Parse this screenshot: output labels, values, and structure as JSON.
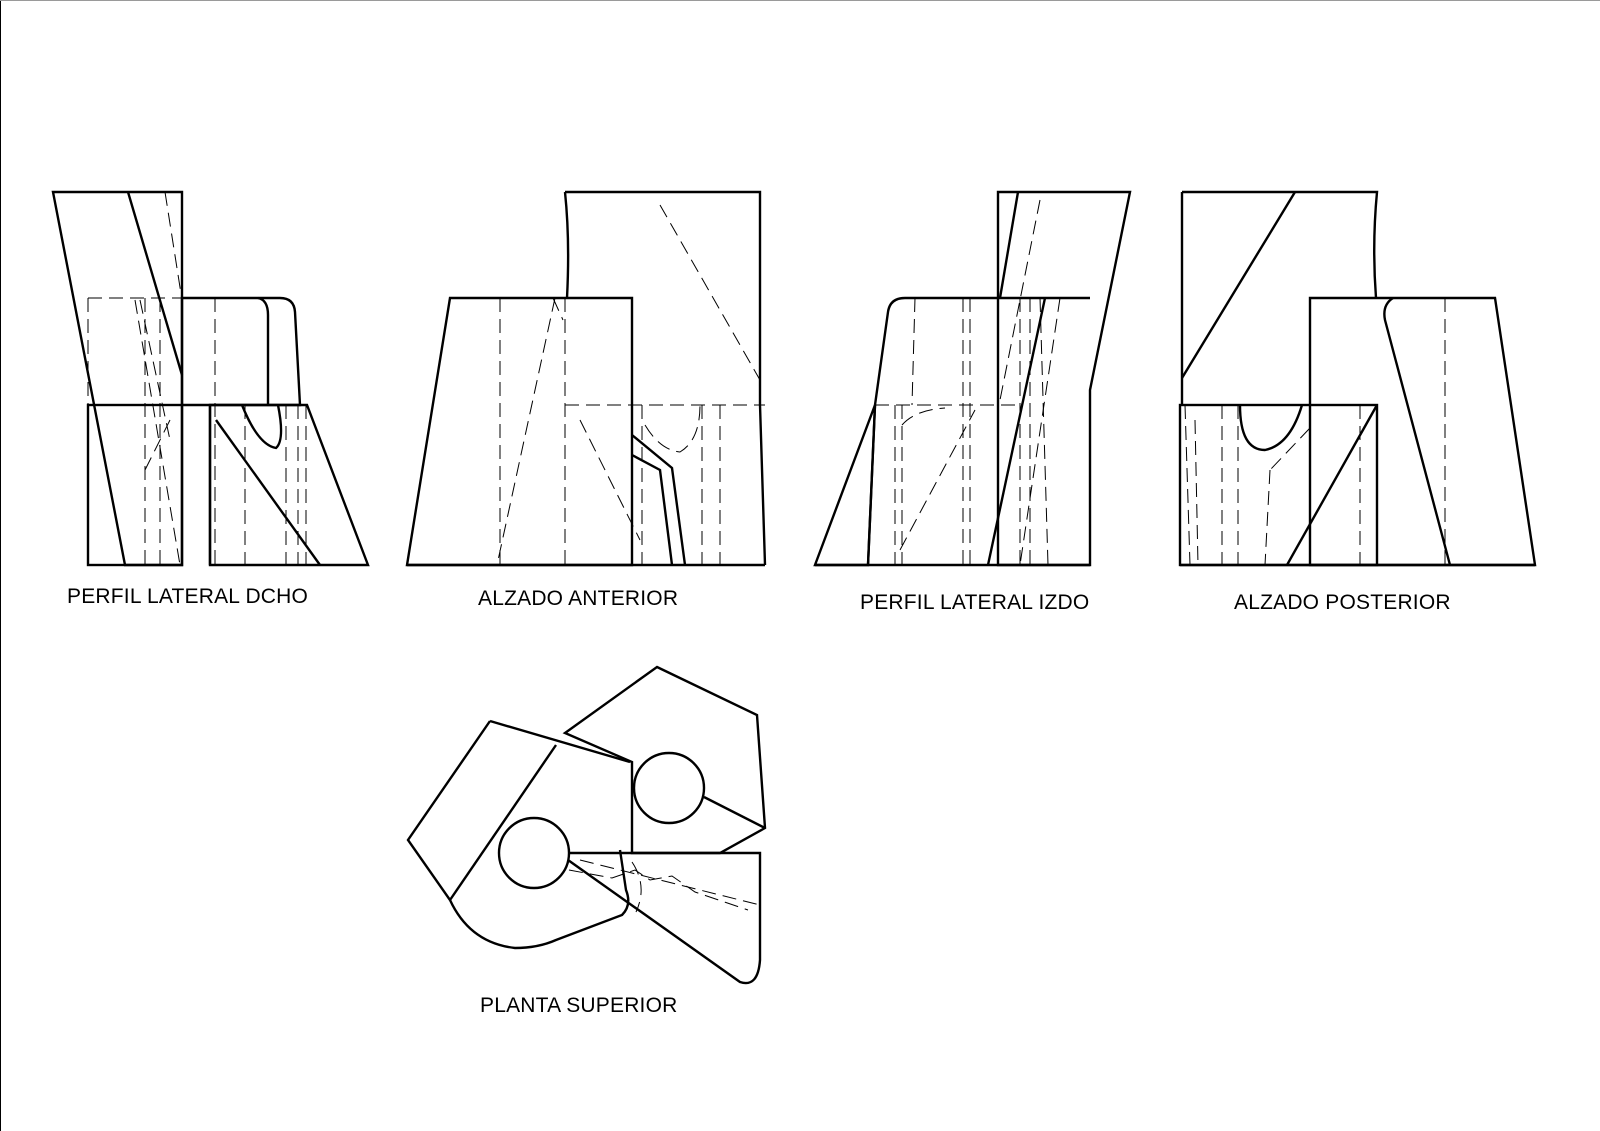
{
  "views": {
    "right_profile": {
      "label": "PERFIL LATERAL DCHO"
    },
    "front_elevation": {
      "label": "ALZADO ANTERIOR"
    },
    "left_profile": {
      "label": "PERFIL LATERAL IZDO"
    },
    "rear_elevation": {
      "label": "ALZADO POSTERIOR"
    },
    "top_plan": {
      "label": "PLANTA SUPERIOR"
    }
  },
  "line_color": "#000000",
  "background_color": "#ffffff"
}
